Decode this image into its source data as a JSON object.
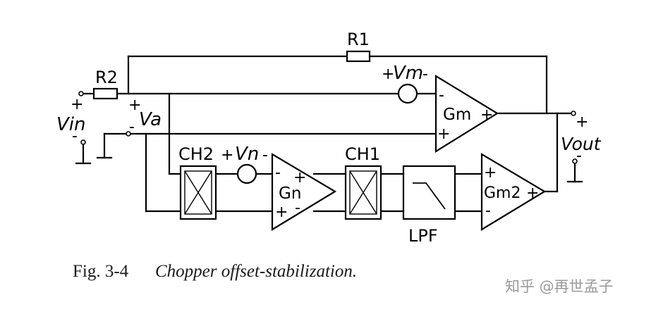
{
  "labels": {
    "r1": "R1",
    "r2": "R2",
    "vin": "Vin",
    "va": "Va",
    "vm": "Vm",
    "vn": "Vn",
    "vout": "Vout",
    "gm": "Gm",
    "gn": "Gn",
    "gm2": "Gm2",
    "ch1": "CH1",
    "ch2": "CH2",
    "lpf": "LPF"
  },
  "caption": {
    "number": "Fig. 3-4",
    "title": "Chopper offset-stabilization."
  },
  "watermark": "知乎 @再世孟子"
}
